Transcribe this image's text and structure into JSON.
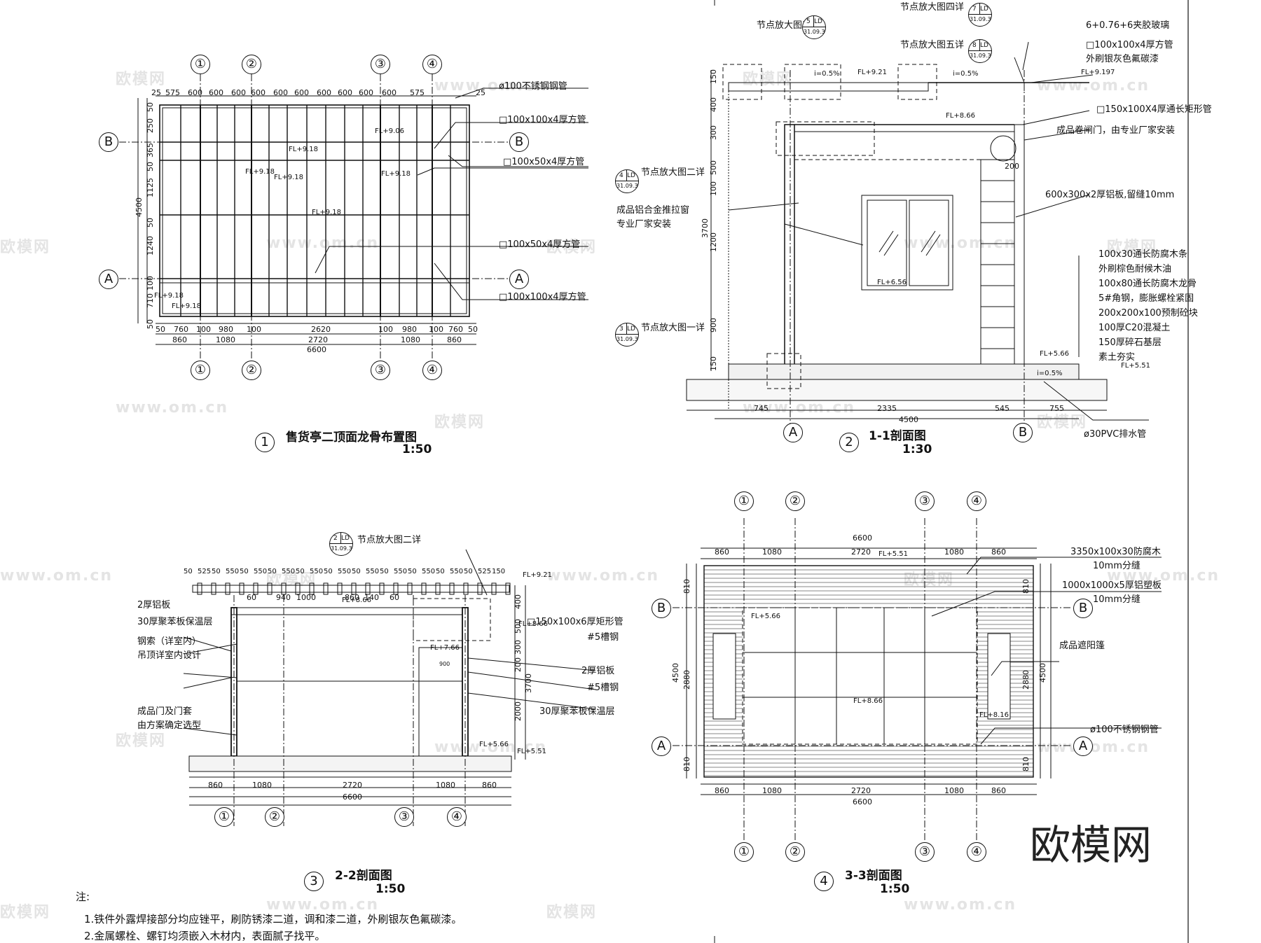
{
  "watermark": {
    "brand": "欧模网",
    "site": "www.om.cn"
  },
  "d1": {
    "number": "1",
    "title": "售货亭二顶面龙骨布置图",
    "scale": "1:50",
    "axes_top": [
      "①",
      "②",
      "③",
      "④"
    ],
    "axes_side": [
      "B",
      "A"
    ],
    "top_dims": [
      "575",
      "600",
      "600",
      "600",
      "600",
      "600",
      "600",
      "600",
      "600",
      "600",
      "600",
      "575"
    ],
    "top_edge": [
      "25",
      "25"
    ],
    "left_dims": [
      "50",
      "250",
      "365",
      "50",
      "1125",
      "50",
      "1240",
      "100",
      "710",
      "50"
    ],
    "overall_left": "4500",
    "bottom_row1": [
      "50",
      "760",
      "100",
      "980",
      "100",
      "2620",
      "100",
      "980",
      "100",
      "760",
      "50"
    ],
    "bottom_row2": [
      "860",
      "1080",
      "2720",
      "1080",
      "860"
    ],
    "bottom_total": "6600",
    "callouts": [
      "ø100不锈钢钢管",
      "□100x100x4厚方管",
      "□100x50x4厚方管",
      "□100x50x4厚方管",
      "□100x100x4厚方管"
    ],
    "levels": [
      "FL+9.06",
      "FL+9.18",
      "FL+9.18",
      "FL+9.18",
      "FL+9.18",
      "FL+9.18",
      "FL+9.18",
      "FL+9.18"
    ]
  },
  "d2": {
    "number": "2",
    "title": "1-1剖面图",
    "scale": "1:30",
    "detail_refs": [
      {
        "text": "节点放大图三详",
        "num": "5",
        "sheet": "LD",
        "date": "31.09.3"
      },
      {
        "text": "节点放大图四详",
        "num": "7",
        "sheet": "LD",
        "date": "31.09.3"
      },
      {
        "text": "节点放大图五详",
        "num": "8",
        "sheet": "LD",
        "date": "31.09.3"
      },
      {
        "text": "节点放大图二详",
        "num": "4",
        "sheet": "LD",
        "date": "31.09.3"
      },
      {
        "text": "节点放大图一详",
        "num": "3",
        "sheet": "LD",
        "date": "31.09.3"
      }
    ],
    "callouts": [
      "6+0.76+6夹胶玻璃",
      "□100x100x4厚方管",
      "外刷银灰色氟碳漆",
      "□150x100X4厚通长矩形管",
      "成品卷闸门，由专业厂家安装",
      "600x300x2厚铝板,留缝10mm",
      "成品铝合金推拉窗",
      "专业厂家安装"
    ],
    "layers": [
      "100x30通长防腐木条",
      "外刷棕色耐候木油",
      "100x80通长防腐木龙骨",
      "5#角钢，膨胀螺栓紧固",
      "200x200x100预制砼块",
      "100厚C20混凝土",
      "150厚碎石基层",
      "素土夯实"
    ],
    "levels": [
      "FL+9.21",
      "FL+9.197",
      "FL+8.66",
      "FL+6.56",
      "FL+5.66",
      "FL+5.51"
    ],
    "slope": "i=0.5%",
    "left_dims": [
      "150",
      "400",
      "300",
      "500",
      "100",
      "1200",
      "900",
      "150"
    ],
    "overall_left": "3700",
    "bottom_dims": [
      "745",
      "2335",
      "545",
      "755"
    ],
    "bottom_total": "4500",
    "small_dim": "200",
    "drain": "ø30PVC排水管",
    "axes": [
      "A",
      "B"
    ]
  },
  "d3": {
    "number": "3",
    "title": "2-2剖面图",
    "scale": "1:50",
    "detail_ref": {
      "text": "节点放大图二详",
      "num": "2",
      "sheet": "LD",
      "date": "31.09.3"
    },
    "top_dims": [
      "50",
      "525",
      "50",
      "550",
      "50",
      "550",
      "50",
      "550",
      "50",
      "550",
      "50",
      "550",
      "50",
      "550",
      "50",
      "550",
      "50",
      "550",
      "50",
      "550",
      "50",
      "525",
      "150"
    ],
    "inner_dims": [
      "60",
      "940",
      "1000",
      "860",
      "140",
      "60"
    ],
    "left_callouts": [
      "2厚铝板",
      "30厚聚苯板保温层",
      "钢索（详室内）",
      "吊顶详室内设计",
      "成品门及门套",
      "由方案确定选型"
    ],
    "right_callouts": [
      "□150x100x6厚矩形管",
      "#5槽钢",
      "2厚铝板",
      "#5槽钢",
      "30厚聚苯板保温层"
    ],
    "levels": [
      "FL+9.21",
      "FL+8.66",
      "FL+8.66",
      "FL+7.66",
      "FL+5.66",
      "FL+5.51"
    ],
    "door_dim": "900",
    "right_dims": [
      "400",
      "500",
      "300",
      "200",
      "2000"
    ],
    "overall_right": "3700",
    "bottom_dims": [
      "860",
      "1080",
      "2720",
      "1080",
      "860"
    ],
    "bottom_total": "6600",
    "axes": [
      "①",
      "②",
      "③",
      "④"
    ]
  },
  "d4": {
    "number": "4",
    "title": "3-3剖面图",
    "scale": "1:50",
    "callouts": [
      "3350x100x30防腐木",
      "10mm分缝",
      "1000x1000x5厚铝塑板",
      "10mm分缝",
      "成品遮阳篷",
      "ø100不锈钢钢管"
    ],
    "levels": [
      "FL+5.51",
      "FL+5.66",
      "FL+8.66",
      "FL+8.16"
    ],
    "top_total": "6600",
    "top_dims": [
      "860",
      "1080",
      "2720",
      "1080",
      "860"
    ],
    "side_dims": [
      "810",
      "2880",
      "810"
    ],
    "overall_side": "4500",
    "bottom_dims": [
      "860",
      "1080",
      "2720",
      "1080",
      "860"
    ],
    "bottom_total": "6600",
    "axes": [
      "①",
      "②",
      "③",
      "④"
    ],
    "axes_side": [
      "B",
      "A"
    ]
  },
  "notes": {
    "heading": "注:",
    "items": [
      "1.铁件外露焊接部分均应锉平，刷防锈漆二道，调和漆二道，外刷银灰色氟碳漆。",
      "2.金属螺栓、螺钉均须嵌入木材内，表面腻子找平。"
    ]
  }
}
